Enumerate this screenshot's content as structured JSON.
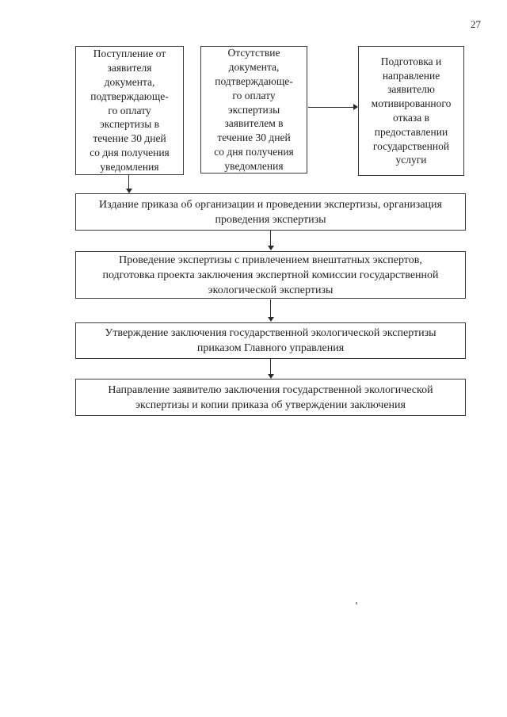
{
  "page": {
    "number": "27"
  },
  "colors": {
    "background": "#ffffff",
    "box_border": "#3a3a3a",
    "text": "#1f1f1f",
    "arrow": "#2b2b2b"
  },
  "flowchart": {
    "top_boxes": [
      {
        "text": "Поступление от\nзаявителя\nдокумента,\nподтверждающе-\nго оплату\nэкспертизы в\nтечение 30 дней\nсо дня получения\nуведомления"
      },
      {
        "text": "Отсутствие\nдокумента,\nподтверждающе-\nго оплату\nэкспертизы\nзаявителем в\nтечение 30 дней\nсо дня получения\nуведомления"
      },
      {
        "text": "Подготовка и\nнаправление\nзаявителю\nмотивированного\nотказа в\nпредоставлении\nгосударственной\nуслуги"
      }
    ],
    "process_boxes": [
      {
        "text": "Издание приказа об организации и проведении экспертизы, организация\nпроведения экспертизы"
      },
      {
        "text": "Проведение экспертизы с привлечением внештатных экспертов,\nподготовка проекта заключения экспертной комиссии государственной\nэкологической экспертизы"
      },
      {
        "text": "Утверждение заключения государственной экологической экспертизы\nприказом Главного управления"
      },
      {
        "text": "Направление заявителю заключения государственной экологической\nэкспертизы и копии приказа об утверждении заключения"
      }
    ]
  }
}
